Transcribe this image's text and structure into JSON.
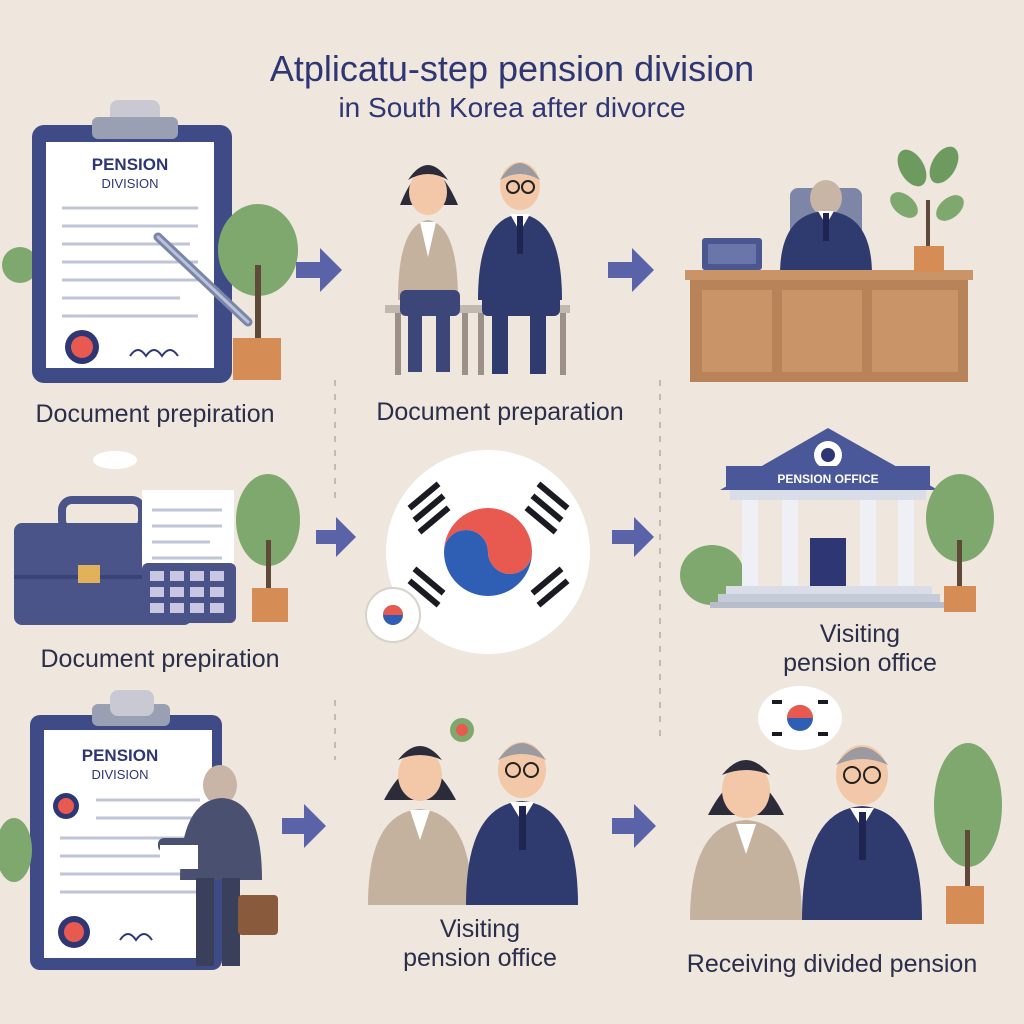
{
  "title": {
    "main": "Atplicatu-step  pension division",
    "sub": "in South Korea after divorce"
  },
  "captions": {
    "step1": "Document prepiration",
    "step2": "Document preparation",
    "step4": "Document prepiration",
    "step6_line1": "Visiting",
    "step6_line2": "pension office",
    "step8_line1": "Visiting",
    "step8_line2": "pension office",
    "step9": "Receiving divided pension"
  },
  "doc_labels": {
    "top_doc_line1": "PENSION",
    "top_doc_line2": "DIVISION",
    "bottom_doc_line1": "PENSION",
    "bottom_doc_line2": "DIVISION"
  },
  "building_sign": "PENSION OFFICE",
  "colors": {
    "navy": "#2e3673",
    "arrow": "#5a62a8",
    "tree": "#7fa86e",
    "pot": "#d58c55",
    "desk": "#b9835a"
  }
}
